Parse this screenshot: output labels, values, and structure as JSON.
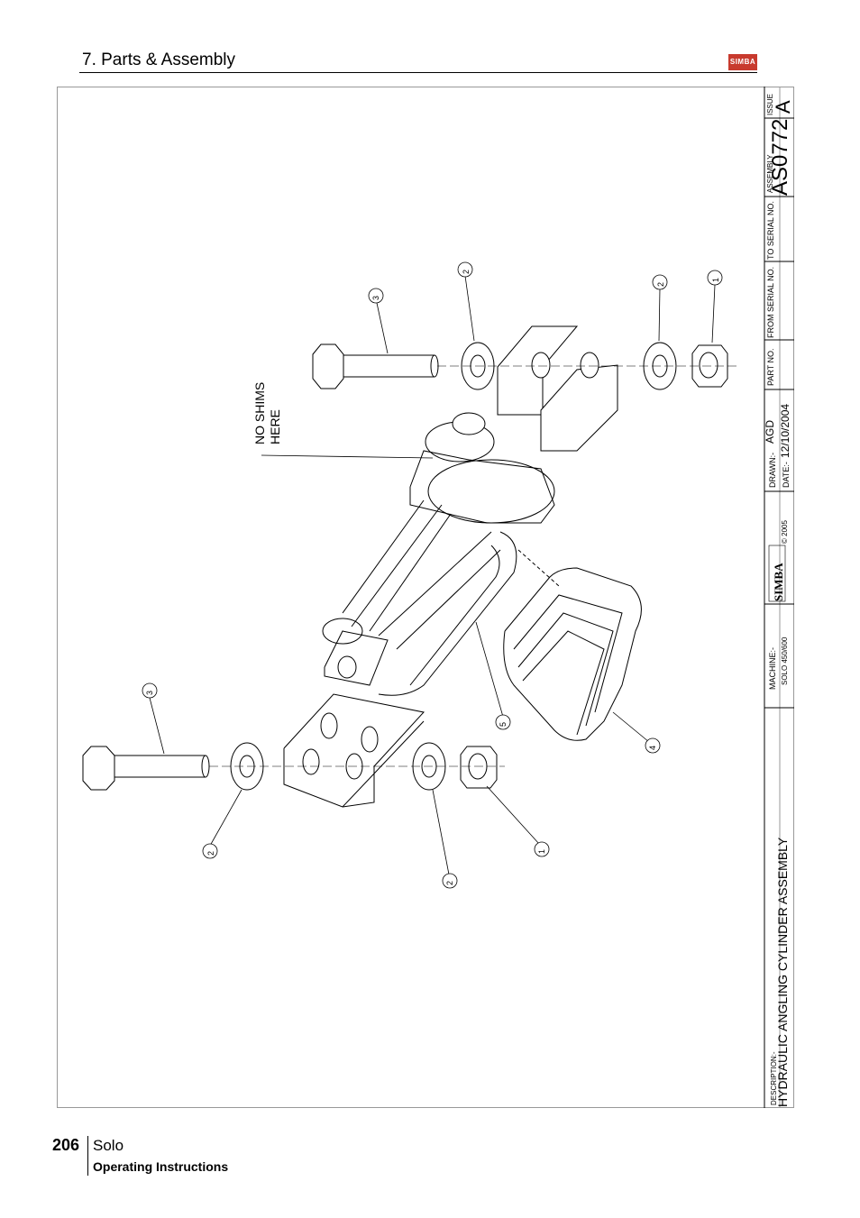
{
  "header": {
    "section_title": "7. Parts & Assembly",
    "logo_text": "SIMBA"
  },
  "title_block": {
    "issue_label": "ISSUE",
    "issue_value": "A",
    "assembly_label": "ASSEMBLY",
    "assembly_value": "AS0772",
    "to_serial_label": "TO SERIAL NO.",
    "from_serial_label": "FROM SERIAL NO.",
    "part_no_label": "PART NO.",
    "drawn_label": "DRAWN:-",
    "drawn_value": "AGD",
    "date_label": "DATE:-",
    "date_value": "12/10/2004",
    "logo_text": "SIMBA",
    "copyright": "© 2005",
    "machine_label": "MACHINE:-",
    "machine_value": "SOLO 450/600",
    "description_label": "DESCRIPTION:-",
    "description_value": "HYDRAULIC ANGLING CYLINDER ASSEMBLY"
  },
  "drawing": {
    "note_line1": "NO SHIMS",
    "note_line2": "HERE",
    "callouts": [
      "1",
      "2",
      "3",
      "2",
      "2",
      "3",
      "5",
      "4",
      "2",
      "1"
    ]
  },
  "footer": {
    "page_number": "206",
    "product": "Solo",
    "subtitle": "Operating Instructions"
  }
}
